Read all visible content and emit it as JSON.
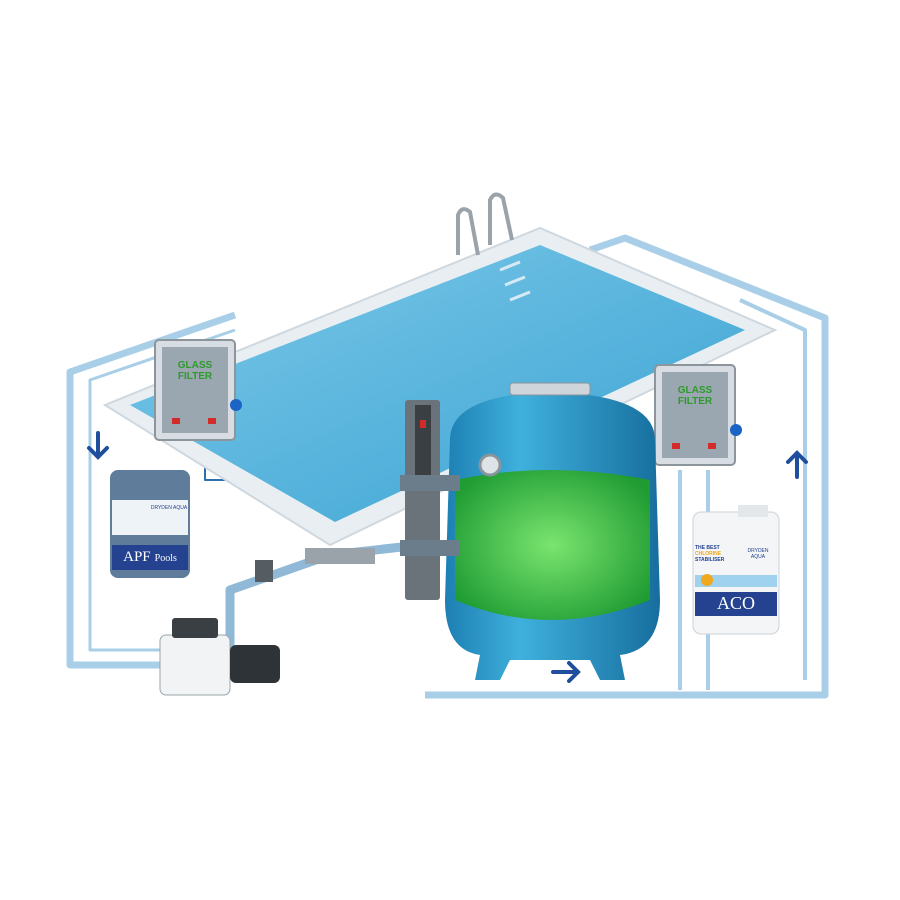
{
  "diagram": {
    "left_controller": {
      "logo_text": "GLASS FILTER"
    },
    "right_controller": {
      "logo_text": "GLASS FILTER"
    },
    "left_canister": {
      "product": "APF",
      "suffix": "Pools",
      "brand": "DRYDEN AQUA"
    },
    "right_canister": {
      "product": "ACO",
      "tagline_1": "THE BEST",
      "tagline_2": "CHLORINE",
      "tagline_3": "STABILISER",
      "brand": "DRYDEN AQUA"
    },
    "flow_arrows": [
      "down",
      "up",
      "right"
    ]
  },
  "colors": {
    "water": "#5bb6dd",
    "pipe": "#a9cfe8",
    "tank": "#2a98c9",
    "media": "#3cc43a",
    "arrow": "#1f4f9c",
    "label_band": "#24428f"
  }
}
